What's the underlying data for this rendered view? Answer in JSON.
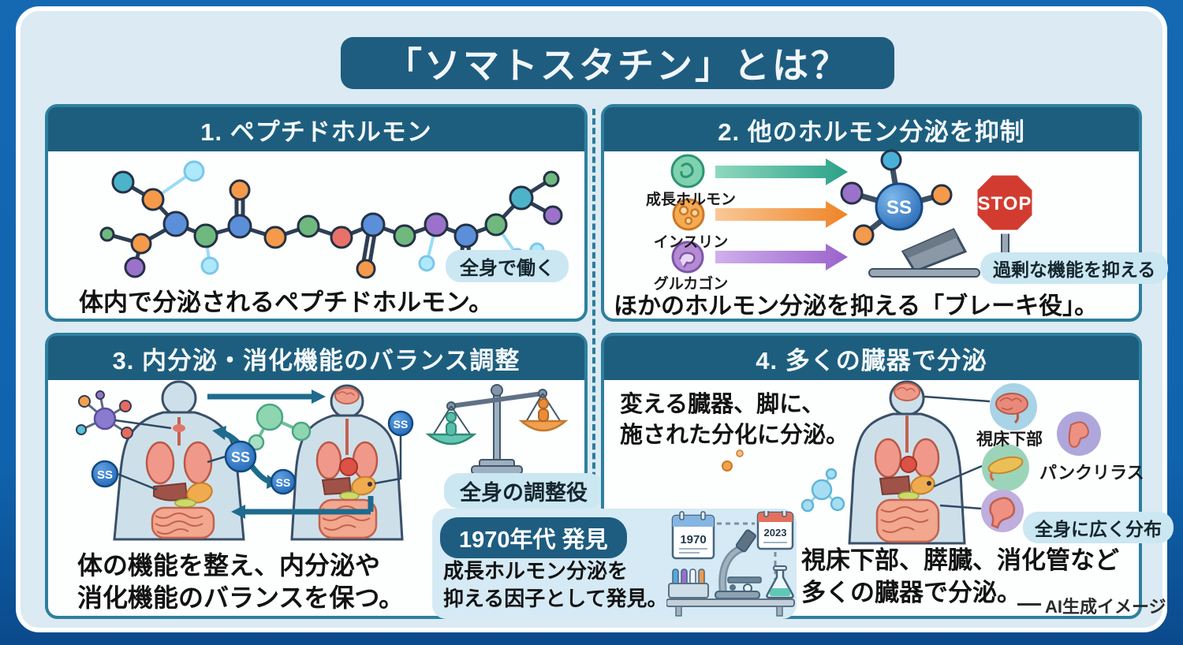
{
  "title": "「ソマトスタチン」とは？",
  "footer_credit": "AI生成イメージ",
  "shared": {
    "ss_label": "SS"
  },
  "panels": {
    "p1": {
      "title": "1. ペプチドホルモン",
      "badge": "全身で働く",
      "caption": "体内で分泌されるペプチドホルモン。"
    },
    "p2": {
      "title": "2. 他のホルモン分泌を抑制",
      "hormones": [
        {
          "label": "成長ホルモン"
        },
        {
          "label": "インスリン"
        },
        {
          "label": "グルカゴン"
        }
      ],
      "stop_label": "STOP",
      "badge": "過剰な機能を抑える",
      "caption": "ほかのホルモン分泌を抑える「ブレーキ役」。"
    },
    "p3": {
      "title": "3. 内分泌・消化機能のバランス調整",
      "badge": "全身の調整役",
      "caption_line1": "体の機能を整え、内分泌や",
      "caption_line2": "消化機能のバランスを保つ。"
    },
    "p4": {
      "title": "4. 多くの臓器で分泌",
      "note_line1": "変える臓器、脚に、",
      "note_line2": "施された分化に分泌。",
      "label_hypothalamus": "視床下部",
      "label_pancreas": "パンクリラス",
      "badge": "全身に広く分布",
      "caption_line1": "視床下部、膵臓、消化管など",
      "caption_line2": "多くの臓器で分泌。"
    }
  },
  "discovery": {
    "heading": "1970年代 発見",
    "line1": "成長ホルモン分泌を",
    "line2": "抑える因子として発見。",
    "calendar_start": "1970",
    "calendar_end": "2023"
  },
  "colors": {
    "frame_blue": "#1065af",
    "content_bg": "#dbeaf3",
    "header_teal": "#1d5e7e",
    "panel_border": "#2e7f9e",
    "badge_bg": "#cbe7f2",
    "arrow_green": "#2aa188",
    "arrow_orange": "#ee8427",
    "arrow_purple": "#9a63cc",
    "stop_red": "#d23c30",
    "ss_blue": "#1d5fae"
  }
}
